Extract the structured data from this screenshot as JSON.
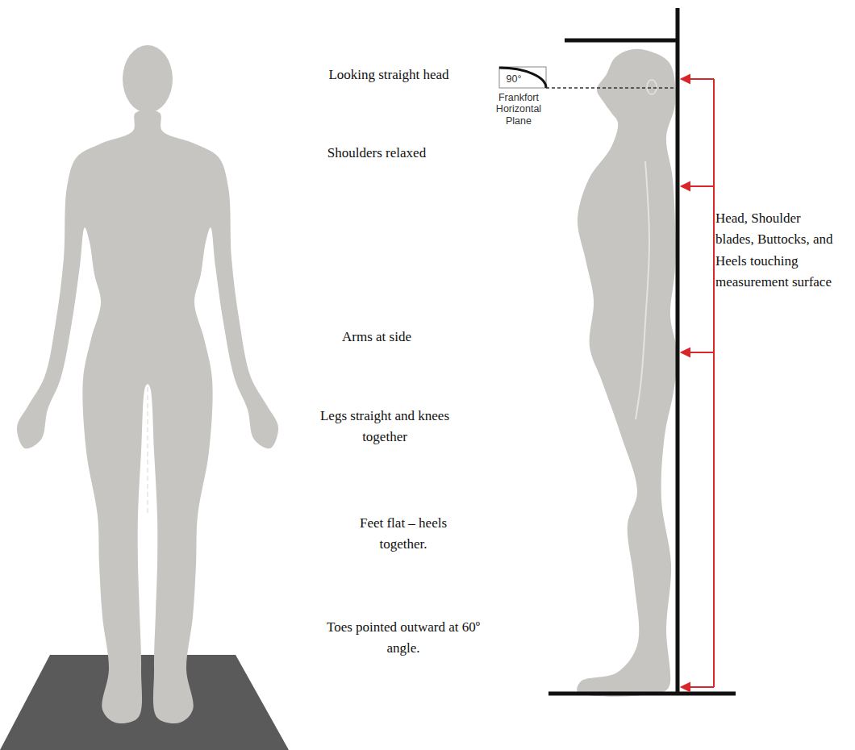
{
  "diagram": {
    "labels": [
      "Looking straight head",
      "Shoulders relaxed",
      "Arms at side",
      "Legs straight and knees together",
      "Feet flat – heels together.",
      "Toes pointed outward at 60º angle.",
      "90°",
      "Frankfort Horizontal Plane",
      "Head, Shoulder blades, Buttocks, and Heels touching measurement surface"
    ]
  }
}
